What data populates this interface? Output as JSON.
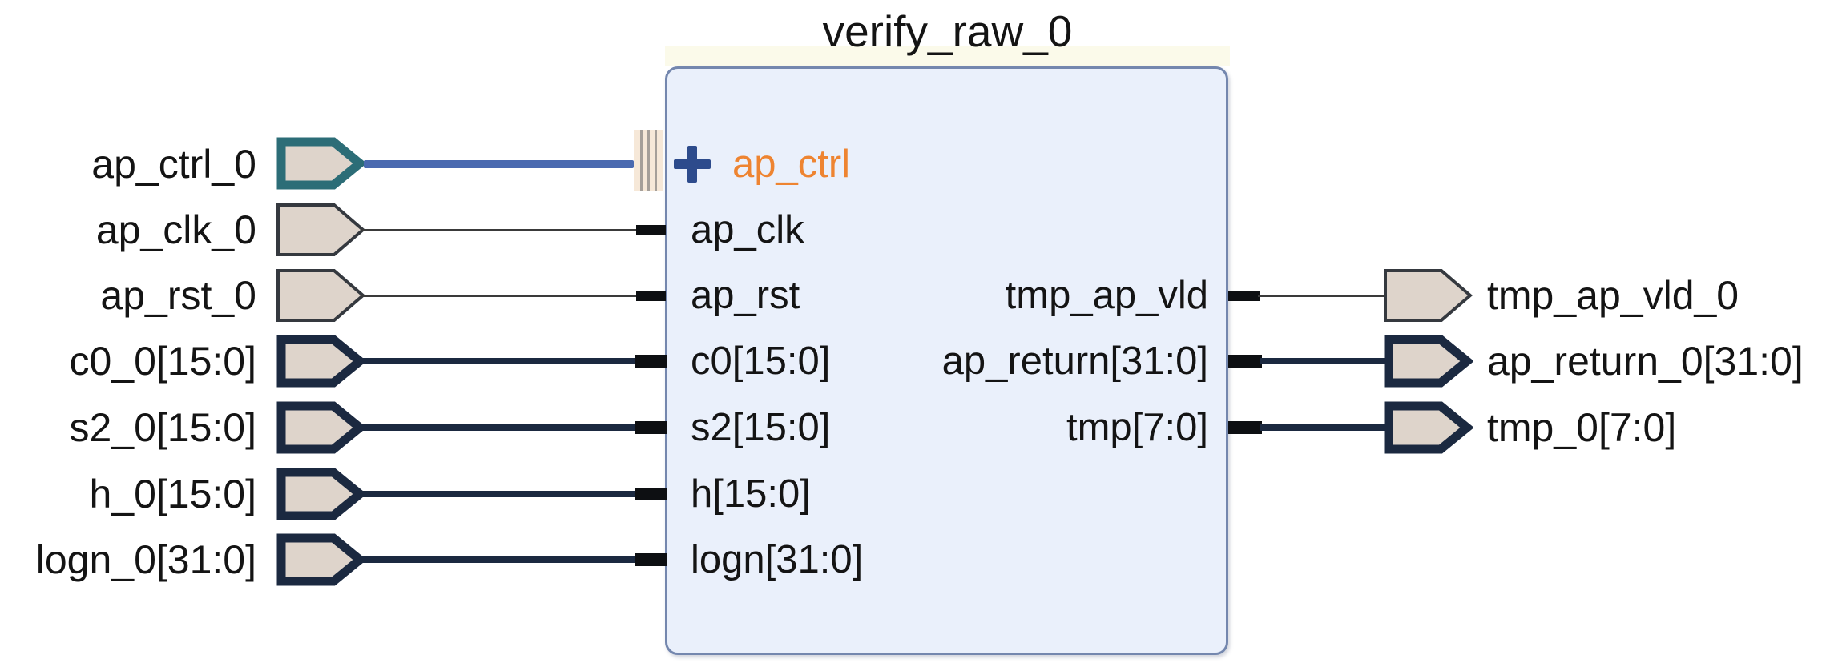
{
  "block": {
    "title": "verify_raw_0",
    "pins_left": [
      {
        "name": "ap_ctrl",
        "kind": "interface"
      },
      {
        "name": "ap_clk",
        "kind": "scalar"
      },
      {
        "name": "ap_rst",
        "kind": "scalar"
      },
      {
        "name": "c0[15:0]",
        "kind": "bus"
      },
      {
        "name": "s2[15:0]",
        "kind": "bus"
      },
      {
        "name": "h[15:0]",
        "kind": "bus"
      },
      {
        "name": "logn[31:0]",
        "kind": "bus"
      }
    ],
    "pins_right": [
      {
        "name": "tmp_ap_vld",
        "kind": "scalar"
      },
      {
        "name": "ap_return[31:0]",
        "kind": "bus"
      },
      {
        "name": "tmp[7:0]",
        "kind": "bus"
      }
    ]
  },
  "external_ports_left": [
    {
      "name": "ap_ctrl_0",
      "kind": "interface"
    },
    {
      "name": "ap_clk_0",
      "kind": "scalar"
    },
    {
      "name": "ap_rst_0",
      "kind": "scalar"
    },
    {
      "name": "c0_0[15:0]",
      "kind": "bus"
    },
    {
      "name": "s2_0[15:0]",
      "kind": "bus"
    },
    {
      "name": "h_0[15:0]",
      "kind": "bus"
    },
    {
      "name": "logn_0[31:0]",
      "kind": "bus"
    }
  ],
  "external_ports_right": [
    {
      "name": "tmp_ap_vld_0",
      "kind": "scalar"
    },
    {
      "name": "ap_return_0[31:0]",
      "kind": "bus"
    },
    {
      "name": "tmp_0[7:0]",
      "kind": "bus"
    }
  ],
  "icons": {
    "expand_interface": "plus-icon",
    "interface_connector": "interface-pin-connector-icon",
    "port_arrow": "port-pentagon-icon"
  },
  "colors": {
    "block_fill": "#eaf0fb",
    "block_border": "#7487ae",
    "interface_wire": "#4a6ab0",
    "interface_port_border": "#2c6d77",
    "scalar_port_border": "#35393f",
    "bus_color": "#1b2940",
    "stub_color": "#0d0f12",
    "thin_wire": "#3a3a3a",
    "port_fill": "#ded4cb",
    "connector_bg": "#f6e8d8",
    "connector_stripe": "#a59f99",
    "plus_color": "#2d4b8c",
    "interface_pin_text": "#ee8431",
    "text_color": "#141414"
  }
}
